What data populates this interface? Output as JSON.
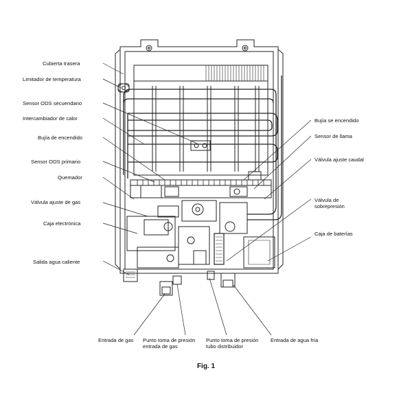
{
  "left_labels": [
    "Cubierta trasera",
    "Limitador de temperatura",
    "Sensor ODS secuendario",
    "Intercambiador de calor",
    "Bujía de encendido",
    "Sensor ODS primario",
    "Quemador",
    "Válvula ajuste de gas",
    "Caja electrónica",
    "Salida agua caliente"
  ],
  "right_labels": [
    "Bujía se encendido",
    "Sensor de llama",
    "Válvula ajuste caudal",
    "Válvula de\nsobrepresión",
    "Caja de baterías"
  ],
  "bottom_labels": [
    "Entrada de gas",
    "Punto toma de presión\nentrada de gas",
    "Punto toma de presión\ntubo distribuidor",
    "Entrada de agua fría"
  ],
  "caption": "Fig. 1"
}
